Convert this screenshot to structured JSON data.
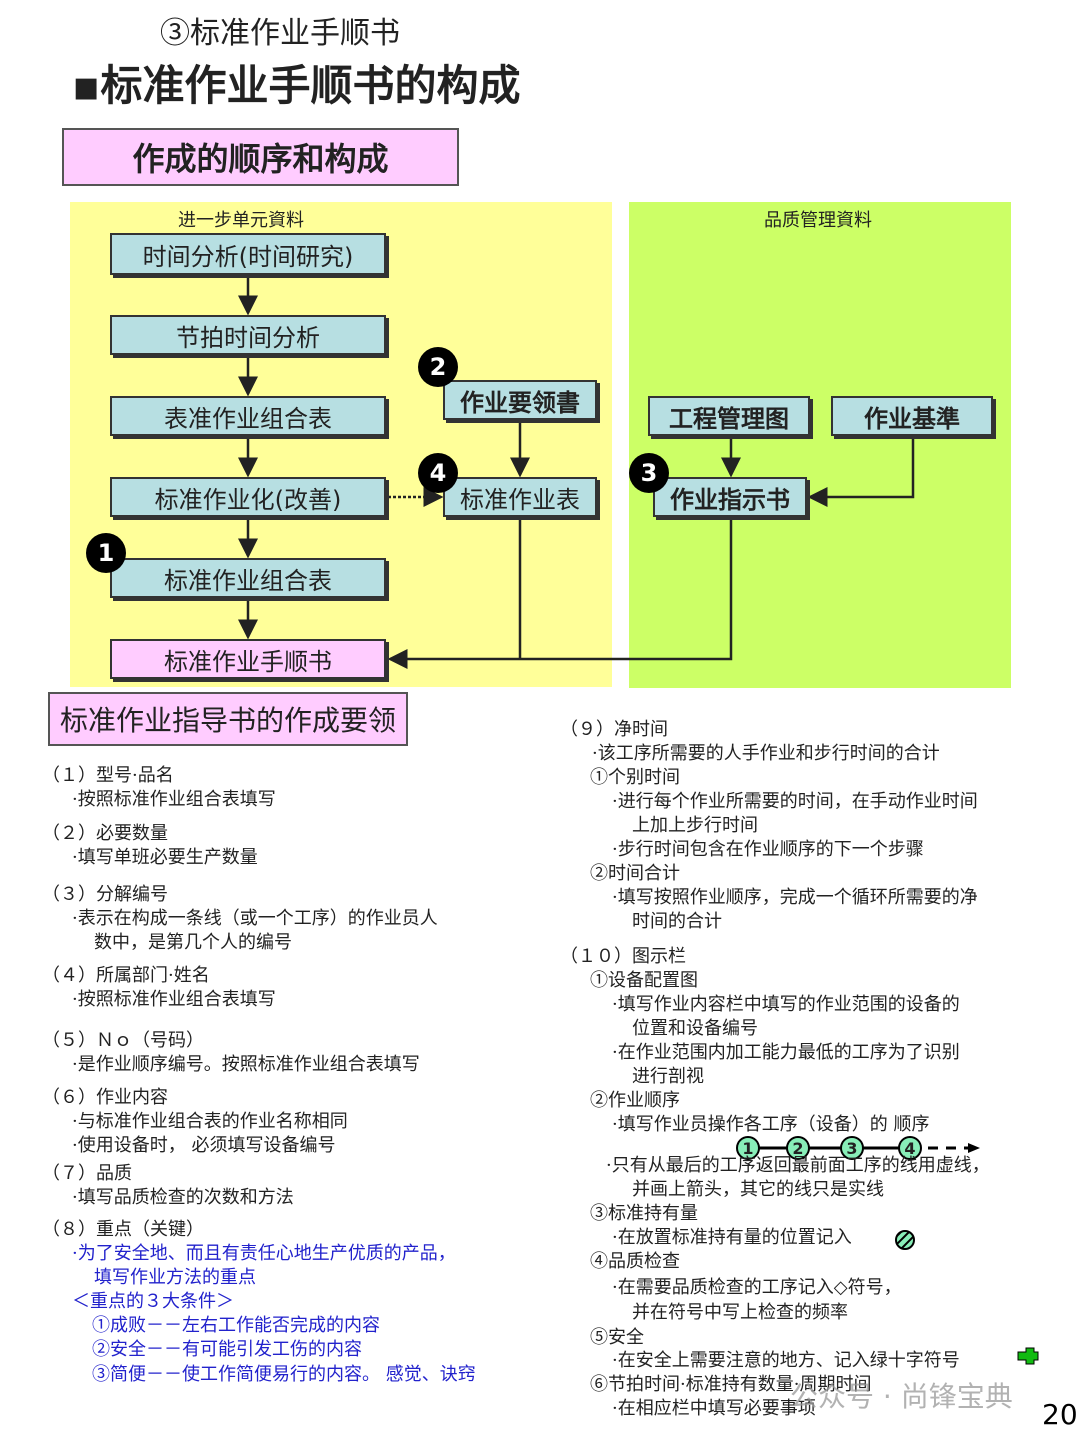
{
  "header": {
    "subtitle": "③标准作业手顺书",
    "title": "▪标准作业手顺书的构成"
  },
  "section1_title": "作成的顺序和构成",
  "diagram": {
    "left_region_label": "进一步单元資料",
    "right_region_label": "品质管理資料",
    "boxes": {
      "time_analysis": "时间分析(时间研究)",
      "takt": "节拍时间分析",
      "table_combo": "表准作业组合表",
      "standardize": "标准作业化(改善)",
      "std_combo": "标准作业组合表",
      "std_manual": "标准作业手顺书",
      "essentials": "作业要领書",
      "std_table": "标准作业表",
      "process_chart": "工程管理图",
      "work_standard": "作业基準",
      "instruction": "作业指示书"
    },
    "badges": [
      "1",
      "2",
      "3",
      "4"
    ],
    "colors": {
      "left_region": "#ffff99",
      "right_region": "#ccff66",
      "box": "#b7dfe2",
      "pink": "#ffccff"
    }
  },
  "section2_title": "标准作业指导书的作成要领",
  "left_lines": [
    "（１）型号·品名",
    "·按照标准作业组合表填写",
    "（２）必要数量",
    "·填写单班必要生产数量",
    "（３）分解编号",
    "·表示在构成一条线（或一个工序）的作业员人",
    "数中，是第几个人的编号",
    "（４）所属部门·姓名",
    "·按照标准作业组合表填写",
    "（５）Ｎｏ（号码）",
    "·是作业顺序编号。按照标准作业组合表填写",
    "（６）作业内容",
    "·与标准作业组合表的作业名称相同",
    "·使用设备时，  必须填写设备编号",
    "（７）品质",
    "·填写品质检查的次数和方法",
    "（８）重点（关键）",
    "·为了安全地、而且有责任心地生产优质的产品，",
    "填写作业方法的重点",
    "＜重点的３大条件＞",
    "①成败－－左右工作能否完成的内容",
    "②安全－－有可能引发工伤的内容",
    "③简便－－使工作简便易行的内容。   感觉、诀窍"
  ],
  "right_lines": [
    "（９）净时间",
    "·该工序所需要的人手作业和步行时间的合计",
    "①个别时间",
    "·进行每个作业所需要的时间，在手动作业时间",
    "上加上步行时间",
    "·步行时间包含在作业顺序的下一个步骤",
    "②时间合计",
    "·填写按照作业顺序，完成一个循环所需要的净",
    "时间的合计",
    "（１０）图示栏",
    "①设备配置图",
    "·填写作业内容栏中填写的作业范围的设备的",
    "位置和设备编号",
    "·在作业范围内加工能力最低的工序为了识别",
    "进行剖视",
    "②作业顺序",
    "·填写作业员操作各工序（设备）的 顺序",
    "·只有从最后的工序返回最前面工序的线用虚线，",
    "并画上箭头，其它的线只是实线",
    "③标准持有量",
    "·在放置标准持有量的位置记入",
    "④品质检查",
    "·在需要品质检查的工序记入◇符号，",
    "并在符号中写上检查的频率",
    "⑤安全",
    "·在安全上需要注意的地方、记入绿十字符号",
    "⑥节拍时间·标准持有数量·周期时间",
    "·在相应栏中填写必要事项"
  ],
  "sequence_example": [
    "1",
    "2",
    "3",
    "4"
  ],
  "watermark": "公众号 · 尚锋宝典",
  "page_number": "20"
}
